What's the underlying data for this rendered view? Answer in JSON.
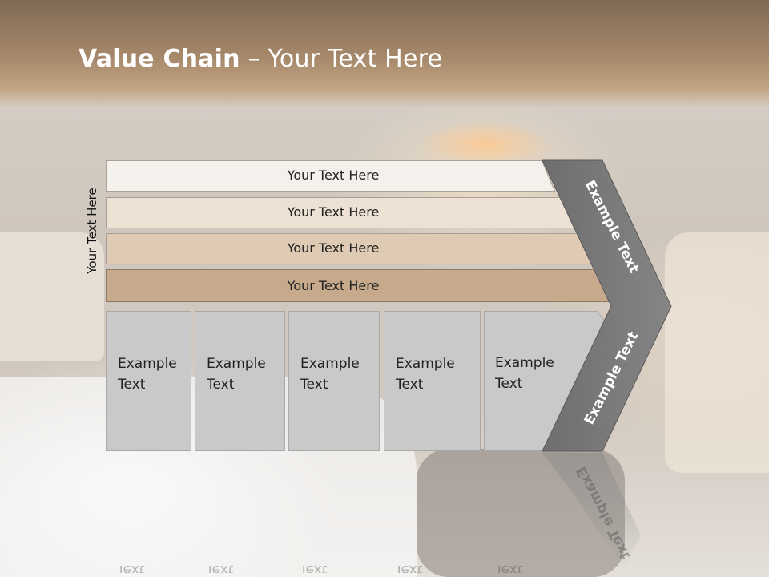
{
  "slide": {
    "title_bold": "Value Chain",
    "title_rest": " – Your Text Here",
    "side_label": "Your Text Here"
  },
  "bars": [
    {
      "label": "Your Text Here",
      "color": "#f4f0eb"
    },
    {
      "label": "Your Text Here",
      "color": "#ede1d4"
    },
    {
      "label": "Your Text Here",
      "color": "#dfcab4"
    },
    {
      "label": "Your Text Here",
      "color": "#c7a98b"
    }
  ],
  "boxes": [
    {
      "label": "Example\nText"
    },
    {
      "label": "Example\nText"
    },
    {
      "label": "Example\nText"
    },
    {
      "label": "Example\nText"
    },
    {
      "label": "Example\nText"
    }
  ],
  "chevron": {
    "upper_label": "Example Text",
    "lower_label": "Example Text",
    "color": "#7a7a7a"
  }
}
